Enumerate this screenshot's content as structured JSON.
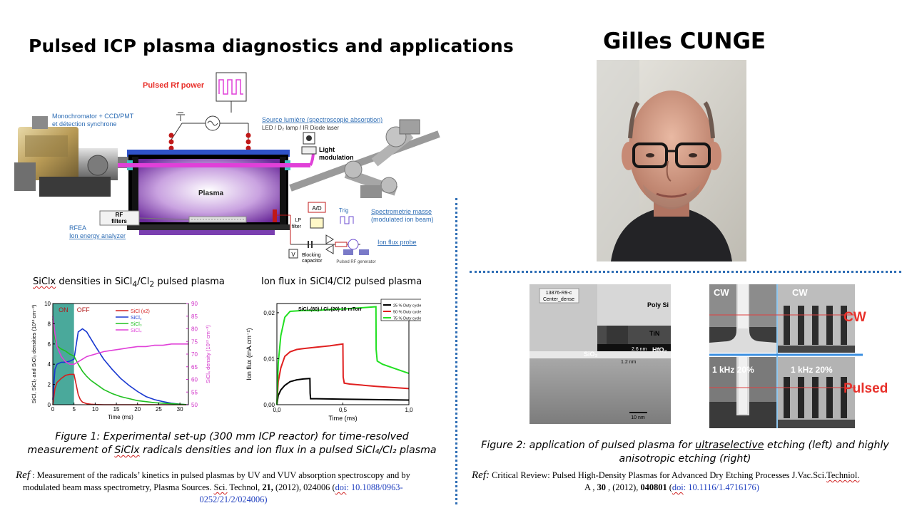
{
  "left_panel": {
    "title": "Pulsed ICP plasma diagnostics and applications",
    "setup": {
      "pulsed_rf_power": "Pulsed Rf power",
      "monochromator_l1": "Monochromator + CCD/PMT",
      "monochromator_l2": "et détection synchrone",
      "source_l1": "Source lumière (spectroscopie absorption)",
      "source_l2": "LED / D₂ lamp / IR Diode laser",
      "light_modulation_l1": "Light",
      "light_modulation_l2": "modulation",
      "plasma": "Plasma",
      "rf_filters_l1": "RF",
      "rf_filters_l2": "filters",
      "rfea": "RFEA",
      "ion_energy": "Ion energy analyzer",
      "spectro_l1": "Spectrometrie masse",
      "spectro_l2": "(modulated ion beam)",
      "ad": "A/D",
      "trig": "Trig",
      "lp_filter_l1": "LP",
      "lp_filter_l2": "filter",
      "ion_flux_probe": "Ion flux probe",
      "blocking_l1": "Blocking",
      "blocking_l2": "capacitor",
      "v": "V",
      "pulsed_rf_gen": "Pulsed RF generator"
    },
    "figure_caption_l1": "Figure 1: Experimental set-up (300 mm ICP reactor) for time-resolved",
    "figure_caption_l2_a": "measurement of ",
    "figure_caption_l2_b": "SiClx",
    "figure_caption_l2_c": " radicals densities and ion flux in a pulsed SiCl₄/Cl₂ plasma",
    "ref_label": "Ref",
    "ref_l1": " : Measurement of the radicals’ kinetics in pulsed plasmas by UV and VUV absorption spectroscopy and by",
    "ref_l2_a": "modulated beam mass spectrometry, Plasma Sources. ",
    "ref_l2_b": "Sci.",
    "ref_l2_c": " Technol, ",
    "ref_l2_vol": "21,",
    "ref_l2_d": " (2012), 024006  (",
    "ref_l2_doi_lbl": "doi",
    "ref_l2_doi": ": 10.1088/0963-",
    "ref_l3": "0252/21/2/024006)"
  },
  "right_panel": {
    "author": "Gilles CUNGE",
    "figure_caption_l1_a": "Figure 2: application of pulsed plasma for ",
    "figure_caption_l1_b": "ultraselective",
    "figure_caption_l1_c": " etching (left) and highly",
    "figure_caption_l2": "anisotropic etching (right)",
    "ref_label": "Ref:",
    "ref_l1": " Critical Review: Pulsed High-Density Plasmas for Advanced Dry Etching Processes  J.Vac.Sci.",
    "ref_l1_b": "Techniol.",
    "ref_l2_a": "A ,  ",
    "ref_l2_vol": "30",
    "ref_l2_b": " , (2012),  ",
    "ref_l2_num": "040801",
    "ref_l2_c": "  (",
    "ref_l2_doi_lbl": "doi",
    "ref_l2_doi": ": 10.1116/1.4716176)",
    "tem": {
      "sample_l1": "13876-R9-c",
      "sample_l2": "Center_dense",
      "poly": "Poly Si",
      "tin": "TiN",
      "hfo2": "HfO₂",
      "sio2": "SiO₂",
      "dim1": "2.6 nm",
      "dim2": "1.2 nm",
      "scale": "10 nm"
    },
    "sem": {
      "cw_a": "CW",
      "cw_b": "CW",
      "cw_big": "CW",
      "pulsed_a": "1 kHz 20%",
      "pulsed_b": "1 kHz 20%",
      "pulsed_big": "Pulsed"
    }
  },
  "colors": {
    "accent_blue": "#2f6eb5",
    "red_label": "#e8302a",
    "link_blue": "#1f3fbf",
    "purple": "#6a2a9a",
    "magenta": "#e040d8"
  },
  "chart_data": [
    {
      "type": "line",
      "title_a": "SiClx",
      "title_b": " densities in SiCl",
      "title_c": "4",
      "title_d": "/Cl",
      "title_e": "2",
      "title_f": "  pulsed plasma",
      "xlabel": "Time (ms)",
      "ylabel": "SiCl, SiCl₂ and SiCl₃ densities (10¹² cm⁻³)",
      "y2label": "SiCl₄ density (10¹² cm⁻³)",
      "xlim": [
        0,
        32
      ],
      "ylim": [
        0,
        10
      ],
      "y2lim": [
        50,
        90
      ],
      "xticks": [
        0,
        5,
        10,
        15,
        20,
        25,
        30
      ],
      "yticks": [
        0,
        2,
        4,
        6,
        8,
        10
      ],
      "y2ticks": [
        50,
        55,
        60,
        65,
        70,
        75,
        80,
        85,
        90
      ],
      "on_label": "ON",
      "off_label": "OFF",
      "on_range": [
        0,
        5
      ],
      "series": [
        {
          "name": "SiCl (x2)",
          "color": "#d42020",
          "x": [
            0,
            0.5,
            1,
            2,
            3,
            4,
            5,
            5.5,
            6,
            6.5,
            7,
            8,
            9,
            10,
            12,
            32
          ],
          "y": [
            0,
            1.6,
            2.2,
            2.6,
            2.9,
            3.0,
            3.0,
            2.0,
            1.0,
            0.5,
            0.25,
            0.1,
            0.05,
            0.02,
            0,
            0
          ]
        },
        {
          "name": "SiCl₂",
          "color": "#1838d0",
          "x": [
            0,
            0.5,
            1,
            2,
            3,
            4,
            5,
            6,
            7,
            8,
            9,
            10,
            12,
            14,
            16,
            18,
            20,
            22,
            24,
            26,
            28,
            30,
            32
          ],
          "y": [
            0.5,
            3.5,
            4.0,
            4.2,
            4.2,
            4.3,
            4.5,
            7.2,
            7.5,
            7.2,
            6.5,
            5.8,
            4.5,
            3.5,
            2.6,
            1.9,
            1.3,
            0.8,
            0.5,
            0.3,
            0.15,
            0.05,
            0
          ]
        },
        {
          "name": "SiCl₃",
          "color": "#20c020",
          "x": [
            0,
            0.5,
            1,
            2,
            3,
            4,
            5,
            6,
            7,
            8,
            9,
            10,
            12,
            14,
            16,
            18,
            20,
            22,
            24,
            26,
            28,
            30,
            32
          ],
          "y": [
            8.5,
            6.5,
            5.8,
            5.5,
            5.3,
            5.0,
            4.8,
            4.0,
            3.3,
            2.8,
            2.4,
            2.1,
            1.5,
            1.1,
            0.8,
            0.6,
            0.4,
            0.3,
            0.2,
            0.15,
            0.1,
            0.05,
            0
          ]
        },
        {
          "name": "SiCl₄",
          "axis": "y2",
          "color": "#e040d8",
          "x": [
            0,
            0.5,
            1,
            2,
            3,
            4,
            5,
            6,
            7,
            8,
            10,
            12,
            14,
            16,
            18,
            20,
            22,
            24,
            26,
            28,
            30,
            32
          ],
          "y": [
            85,
            78,
            73,
            69,
            67,
            66,
            66,
            67,
            68,
            69,
            70,
            71,
            71.5,
            72,
            72.5,
            73,
            73,
            73.5,
            73.5,
            74,
            74,
            74
          ]
        }
      ]
    },
    {
      "type": "line",
      "title": "Ion flux in SiCl4/Cl2 pulsed plasma",
      "subtitle": "SiCl₄(80) / Cl₂(20)  10 mTorr",
      "xlabel": "Time (ms)",
      "ylabel": "Ion flux (mA.cm⁻²)",
      "xlim": [
        0,
        1.0
      ],
      "ylim": [
        0,
        0.022
      ],
      "xticks": [
        "0,0",
        "0,5",
        "1,0"
      ],
      "xtick_values": [
        0,
        0.5,
        1.0
      ],
      "yticks": [
        "0,00",
        "0,01",
        "0,02"
      ],
      "ytick_values": [
        0,
        0.01,
        0.02
      ],
      "series": [
        {
          "name": "25 % Duty cycle",
          "color": "#000000",
          "x": [
            0,
            0.01,
            0.03,
            0.06,
            0.1,
            0.15,
            0.2,
            0.25,
            0.252,
            0.255,
            0.3,
            0.5,
            0.75,
            1.0
          ],
          "y": [
            0,
            0.002,
            0.0032,
            0.0042,
            0.005,
            0.0054,
            0.0056,
            0.0057,
            0.0025,
            0.0013,
            0.0013,
            0.0012,
            0.0011,
            0.001
          ]
        },
        {
          "name": "50 % Duty cycle",
          "color": "#e02020",
          "x": [
            0,
            0.01,
            0.03,
            0.06,
            0.1,
            0.15,
            0.2,
            0.3,
            0.4,
            0.5,
            0.502,
            0.51,
            0.55,
            0.75,
            1.0
          ],
          "y": [
            0,
            0.005,
            0.008,
            0.0105,
            0.0115,
            0.012,
            0.0122,
            0.0125,
            0.0128,
            0.0132,
            0.006,
            0.0047,
            0.0045,
            0.004,
            0.0035
          ]
        },
        {
          "name": "75 % Duty cycle",
          "color": "#22e022",
          "x": [
            0,
            0.01,
            0.03,
            0.06,
            0.1,
            0.2,
            0.3,
            0.4,
            0.5,
            0.6,
            0.75,
            0.752,
            0.76,
            0.8,
            0.9,
            1.0
          ],
          "y": [
            0,
            0.009,
            0.015,
            0.019,
            0.0203,
            0.0205,
            0.0205,
            0.0207,
            0.0208,
            0.021,
            0.0213,
            0.012,
            0.0095,
            0.0088,
            0.0078,
            0.0068
          ]
        }
      ]
    }
  ]
}
